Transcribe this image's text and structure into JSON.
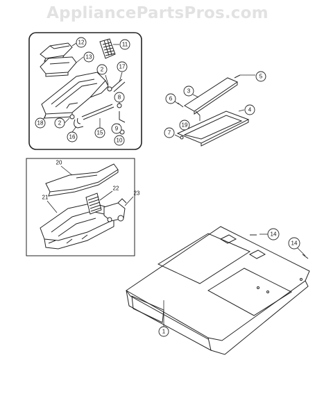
{
  "watermark": "AppliancePartsPros.com",
  "callouts": {
    "c1": "1",
    "c2a": "2",
    "c2b": "2",
    "c3": "3",
    "c4": "4",
    "c5": "5",
    "c6": "6",
    "c7": "7",
    "c8": "8",
    "c9": "9",
    "c10": "10",
    "c11": "11",
    "c12": "12",
    "c13": "13",
    "c14a": "14",
    "c14b": "14",
    "c15": "15",
    "c16": "16",
    "c17": "17",
    "c18": "18",
    "c19": "19",
    "c20": "20",
    "c21": "21",
    "c22": "22",
    "c23": "23"
  }
}
